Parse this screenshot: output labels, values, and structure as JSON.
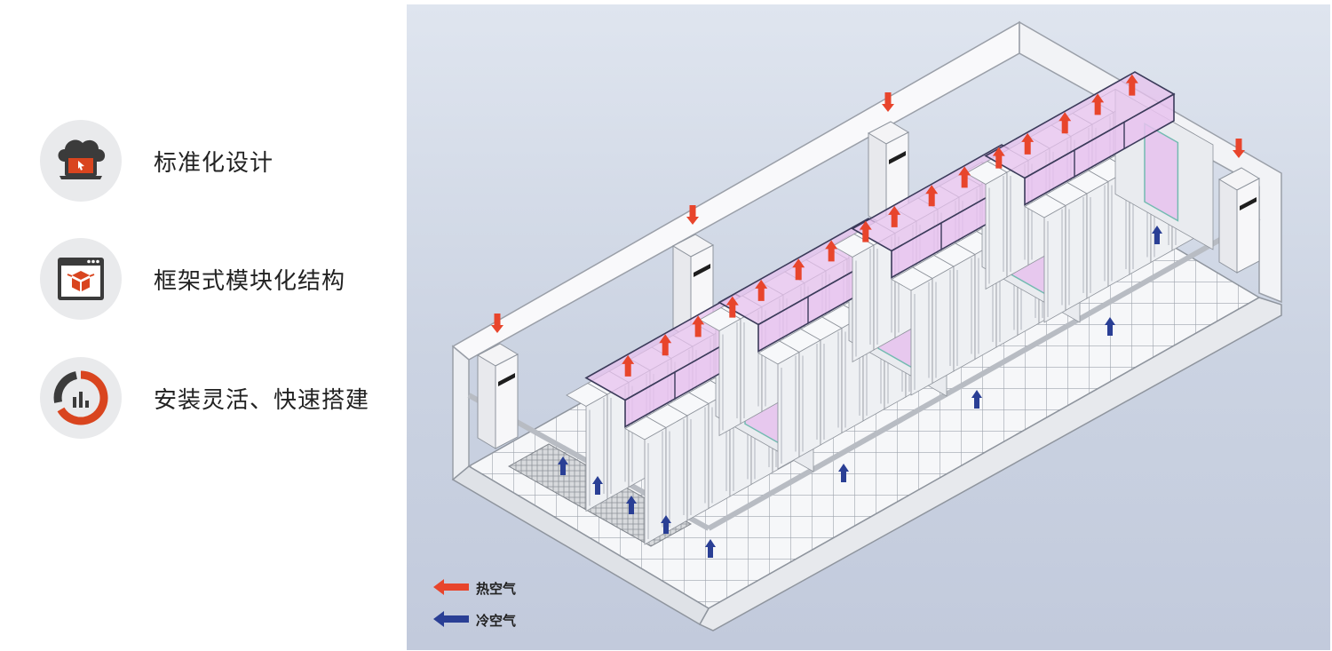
{
  "features": [
    {
      "label": "标准化设计",
      "icon": "cloud-laptop-icon"
    },
    {
      "label": "框架式模块化结构",
      "icon": "browser-boxes-icon"
    },
    {
      "label": "安装灵活、快速搭建",
      "icon": "chart-gauge-icon"
    }
  ],
  "legend": {
    "hot": {
      "label": "热空气",
      "color": "#e8452c"
    },
    "cold": {
      "label": "冷空气",
      "color": "#2a3f95"
    }
  },
  "colors": {
    "accent": "#d9451f",
    "icon_dark": "#3b3b3b",
    "badge_bg": "#e9eaec",
    "containment": "#e7c2ee"
  }
}
